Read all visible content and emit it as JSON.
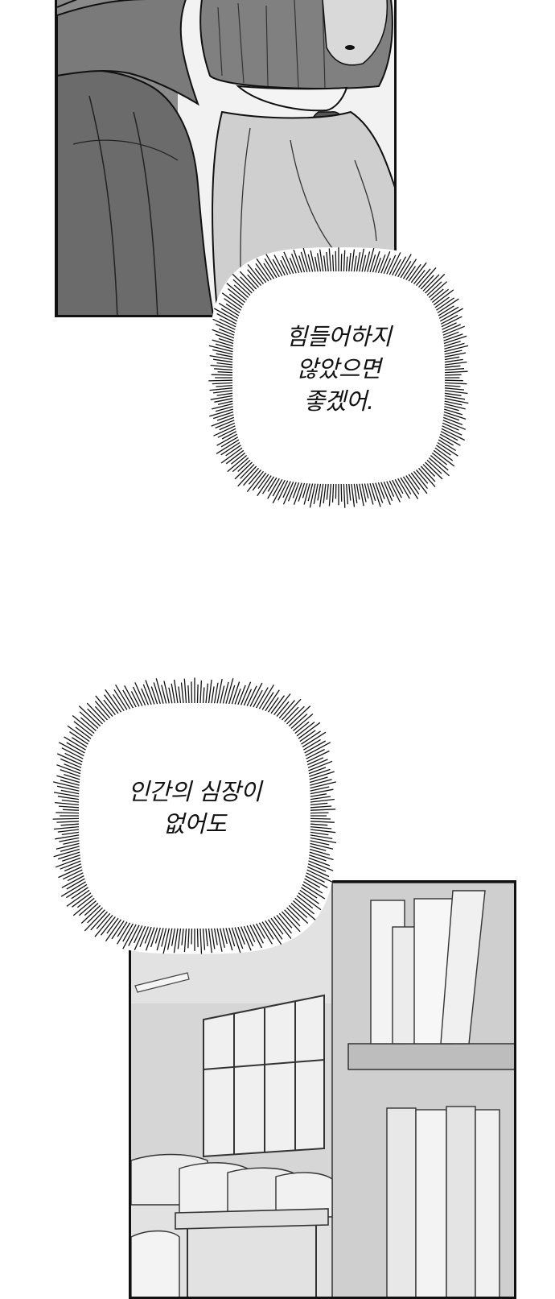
{
  "bubbles": [
    {
      "lines": [
        "힘들어하지",
        "않았으면",
        "좋겠어."
      ]
    },
    {
      "lines": [
        "인간의 심장이",
        "없어도"
      ]
    }
  ],
  "colors": {
    "background": "#ffffff",
    "ink": "#111111",
    "panel_gray_dark": "#6e6e6e",
    "panel_gray_mid": "#9a9a9a",
    "panel_gray_light": "#e6e6e6"
  },
  "panels": [
    {
      "id": "top",
      "subject": "two characters, girl with bob hair and ribbon collar beside a hooded figure"
    },
    {
      "id": "bottom",
      "subject": "classroom interior with windows, desks and bookshelf"
    }
  ]
}
